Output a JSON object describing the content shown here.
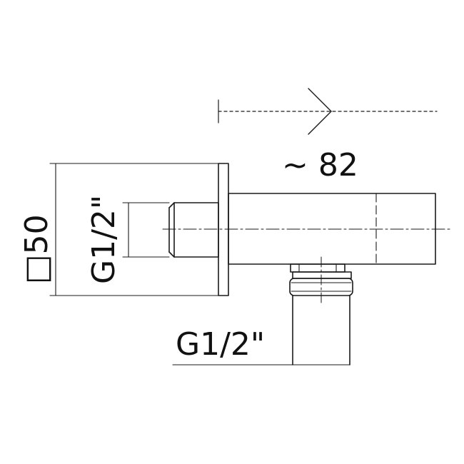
{
  "drawing": {
    "line_color": "#1a1a1a",
    "dimensions": {
      "length": "~ 82",
      "plate_size": "□50",
      "thread_rear": "G1/2\"",
      "thread_bottom": "G1/2\""
    }
  }
}
